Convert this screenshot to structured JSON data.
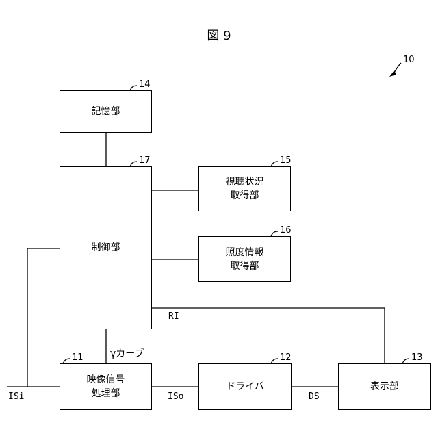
{
  "figure": {
    "title": "図 9",
    "ref_system": "10"
  },
  "blocks": {
    "memory": {
      "label": "記憶部",
      "ref": "14"
    },
    "control": {
      "label": "制御部",
      "ref": "17"
    },
    "viewing": {
      "label": "視聴状況\n取得部",
      "ref": "15"
    },
    "illum": {
      "label": "照度情報\n取得部",
      "ref": "16"
    },
    "video": {
      "label": "映像信号\n処理部",
      "ref": "11"
    },
    "driver": {
      "label": "ドライバ",
      "ref": "12"
    },
    "display": {
      "label": "表示部",
      "ref": "13"
    }
  },
  "signals": {
    "isi": "ISi",
    "iso": "ISo",
    "ds": "DS",
    "ri": "RI",
    "gamma": "γカーブ"
  }
}
